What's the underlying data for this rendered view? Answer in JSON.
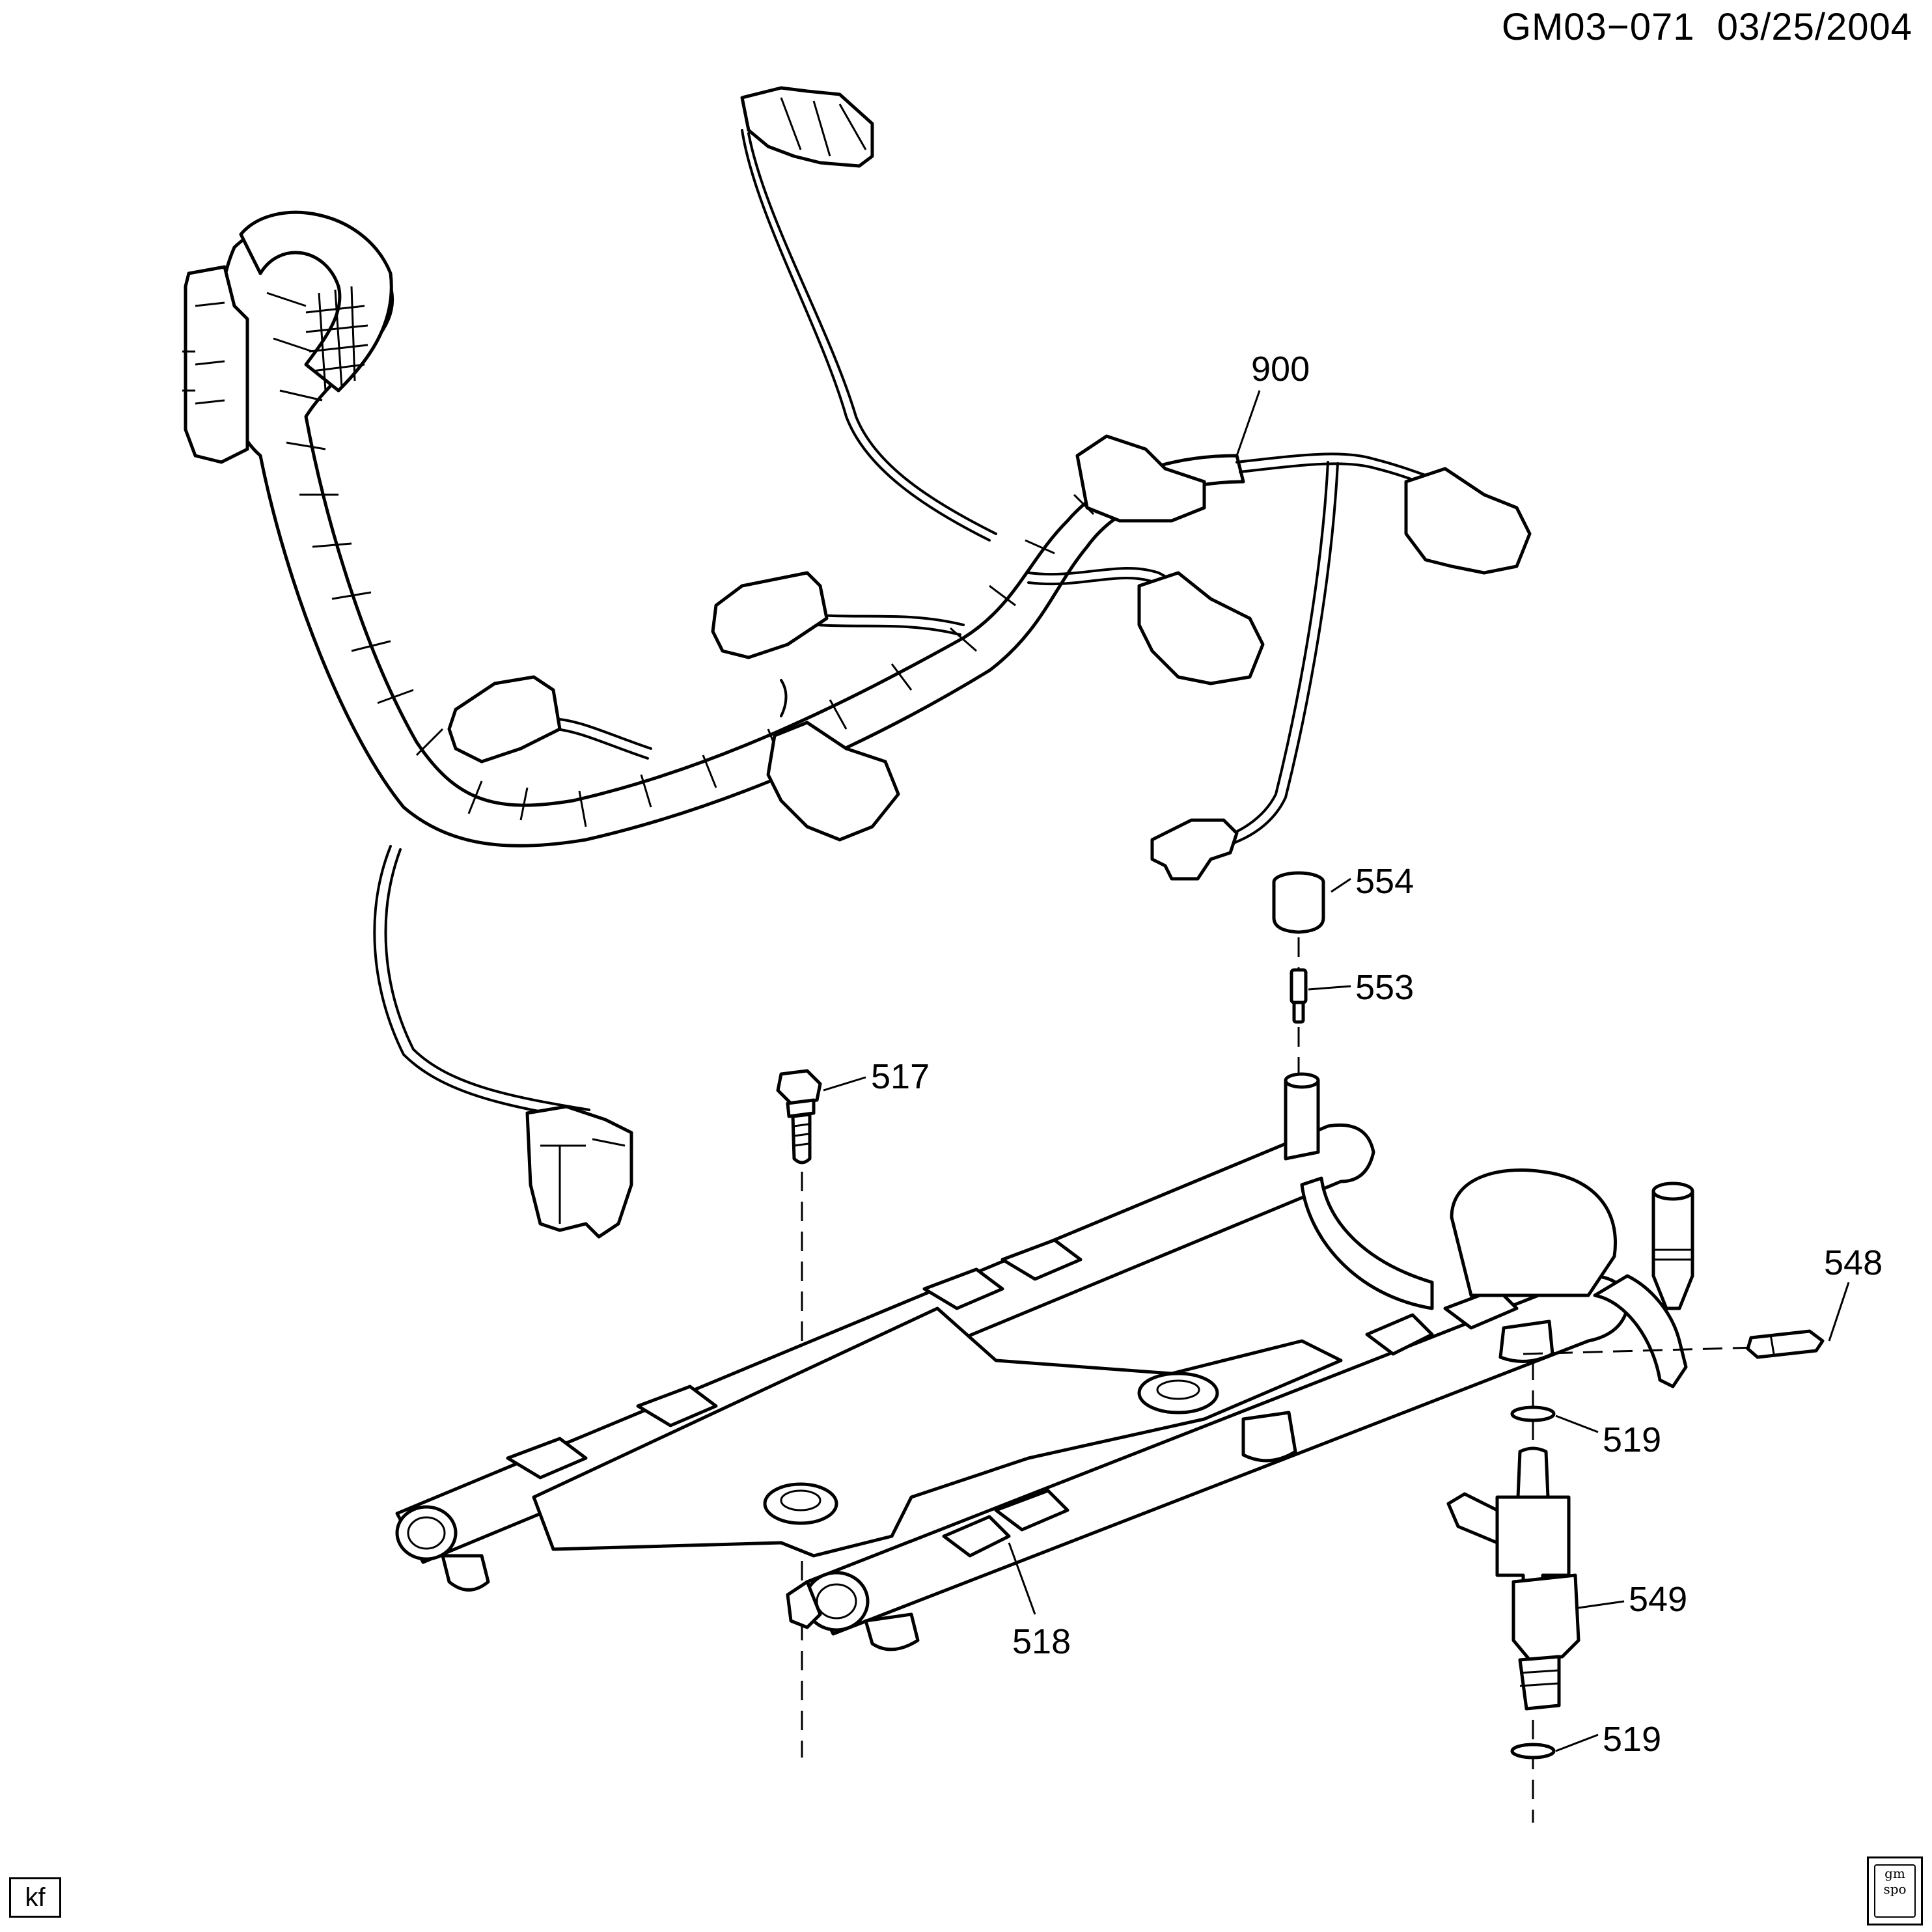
{
  "header": {
    "diagram_id": "GM03−071",
    "date": "03/25/2004"
  },
  "callouts": {
    "c900": "900",
    "c554": "554",
    "c553": "553",
    "c517": "517",
    "c548": "548",
    "c519a": "519",
    "c549": "549",
    "c518": "518",
    "c519b": "519"
  },
  "footer": {
    "initials": "kf",
    "logo_text": "gm spo"
  }
}
